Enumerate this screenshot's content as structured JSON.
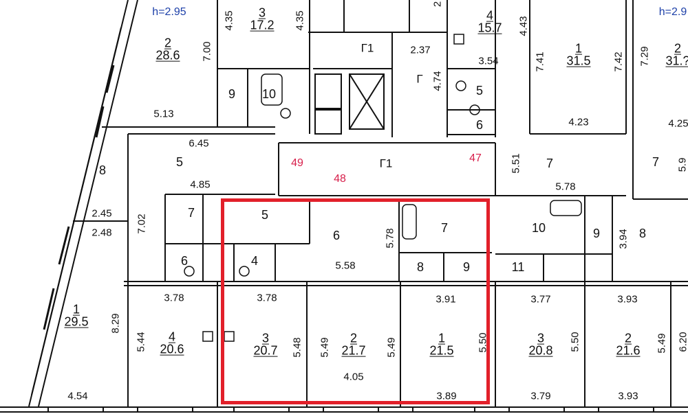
{
  "heights": {
    "left": "h=2.95",
    "right": "h=2.9"
  },
  "corridor": {
    "label": "Г1",
    "top_labels": [
      "Г",
      "Г1"
    ],
    "markers": [
      "49",
      "48",
      "47"
    ]
  },
  "highlighted_rooms": [
    {
      "room": "3",
      "area": "20.7"
    },
    {
      "room": "2",
      "area": "21.7"
    },
    {
      "room": "1",
      "area": "21.5"
    }
  ],
  "rooms": [
    {
      "id": "l-2",
      "room": "2",
      "area": "28.6"
    },
    {
      "id": "tc-3",
      "room": "3",
      "area": "17.2"
    },
    {
      "id": "tr-4",
      "room": "4",
      "area": "15.7"
    },
    {
      "id": "r-1",
      "room": "1",
      "area": "31.5"
    },
    {
      "id": "fr-2",
      "room": "2",
      "area": "31.?"
    },
    {
      "id": "bl-1",
      "room": "1",
      "area": "29.5"
    },
    {
      "id": "bl-4",
      "room": "4",
      "area": "20.6"
    },
    {
      "id": "br-3",
      "room": "3",
      "area": "20.8"
    },
    {
      "id": "br-2",
      "room": "2",
      "area": "21.6"
    }
  ],
  "room_numbers": [
    "8",
    "5",
    "7",
    "9",
    "10",
    "5",
    "6",
    "7",
    "7",
    "10",
    "9",
    "8",
    "11",
    "6",
    "4",
    "5",
    "6",
    "7",
    "8",
    "9"
  ],
  "dimensions": [
    "4.35",
    "4.35",
    "7.00",
    "5.13",
    "6.45",
    "4.85",
    "2.45",
    "2.48",
    "7.02",
    "2.37",
    "4.74",
    "3.54",
    "4.43",
    "7.41",
    "7.42",
    "7.29",
    "4.23",
    "4.25",
    "5.51",
    "5.78",
    "5.78",
    "5.58",
    "3.94",
    "3.78",
    "3.78",
    "3.91",
    "3.77",
    "3.93",
    "8.29",
    "5.44",
    "5.48",
    "5.49",
    "5.49",
    "5.50",
    "5.50",
    "5.49",
    "4.05",
    "4.54",
    "3.89",
    "3.79",
    "3.93",
    "6.20",
    "2",
    "5.9"
  ],
  "colors": {
    "highlight": "#e2202a",
    "marker": "#d71e4a",
    "height_text": "#1c3fa8"
  }
}
